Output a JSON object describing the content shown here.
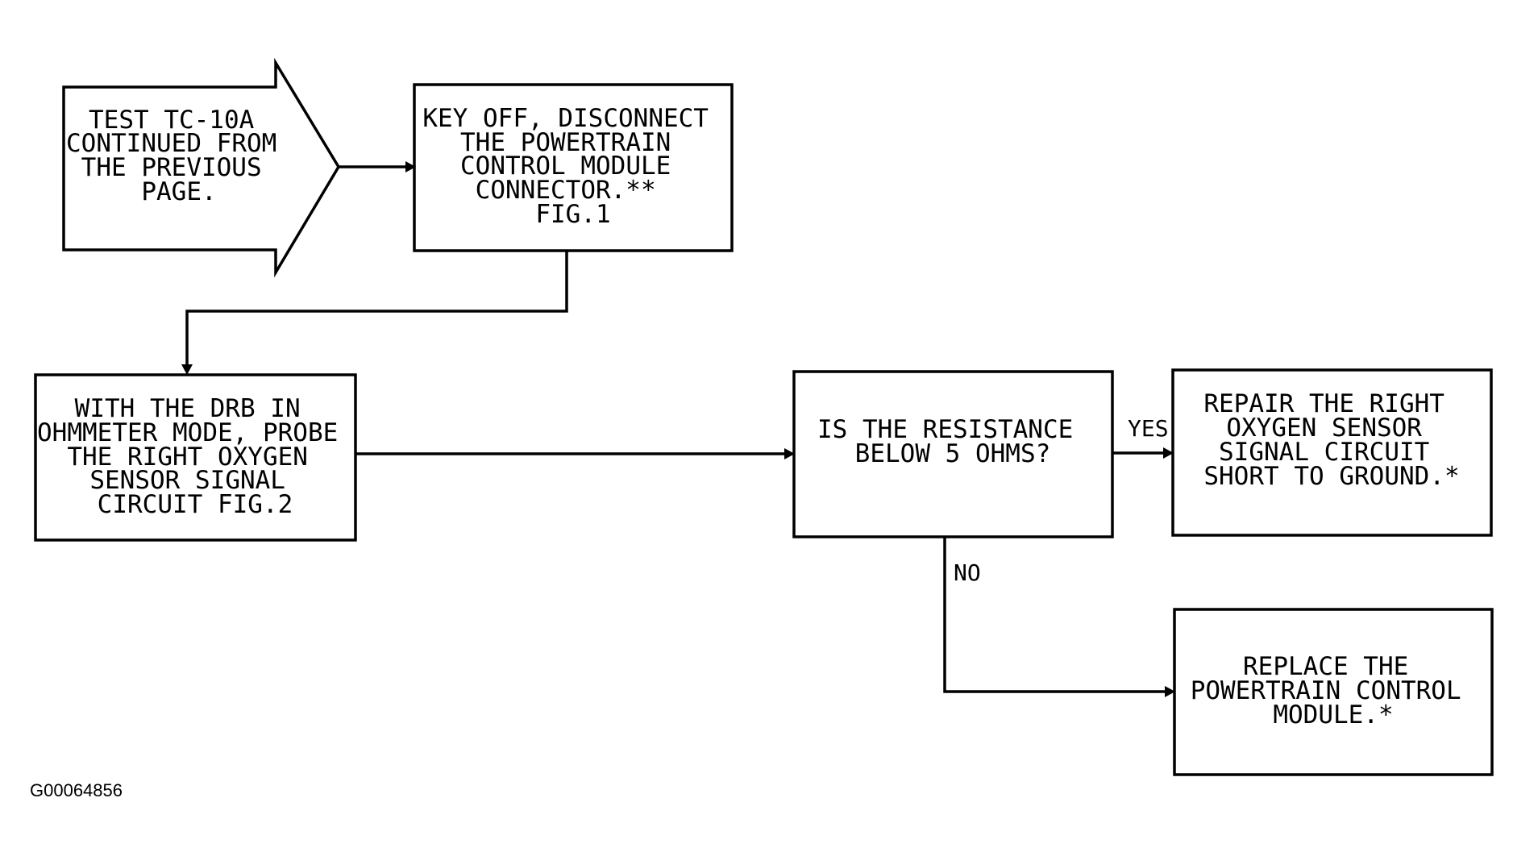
{
  "nodes": {
    "start": {
      "lines": [
        "TEST TC-10A",
        "CONTINUED FROM",
        "THE PREVIOUS",
        "PAGE."
      ]
    },
    "disconnect": {
      "lines": [
        "KEY OFF, DISCONNECT",
        "THE POWERTRAIN",
        "CONTROL MODULE",
        "CONNECTOR.**",
        "FIG.1"
      ]
    },
    "probe": {
      "lines": [
        "WITH THE DRB IN",
        "OHMMETER MODE, PROBE",
        "THE RIGHT OXYGEN",
        "SENSOR SIGNAL",
        "CIRCUIT FIG.2"
      ]
    },
    "question": {
      "lines": [
        "IS THE RESISTANCE",
        "BELOW 5 OHMS?"
      ]
    },
    "repair": {
      "lines": [
        "REPAIR THE RIGHT",
        "OXYGEN SENSOR",
        "SIGNAL CIRCUIT",
        "SHORT TO GROUND.*"
      ]
    },
    "replace": {
      "lines": [
        "REPLACE THE",
        "POWERTRAIN CONTROL",
        "MODULE.*"
      ]
    }
  },
  "edges": {
    "yes_label": "YES",
    "no_label": "NO"
  },
  "figure_id": "G00064856",
  "colors": {
    "stroke": "#000000",
    "background": "#ffffff"
  }
}
